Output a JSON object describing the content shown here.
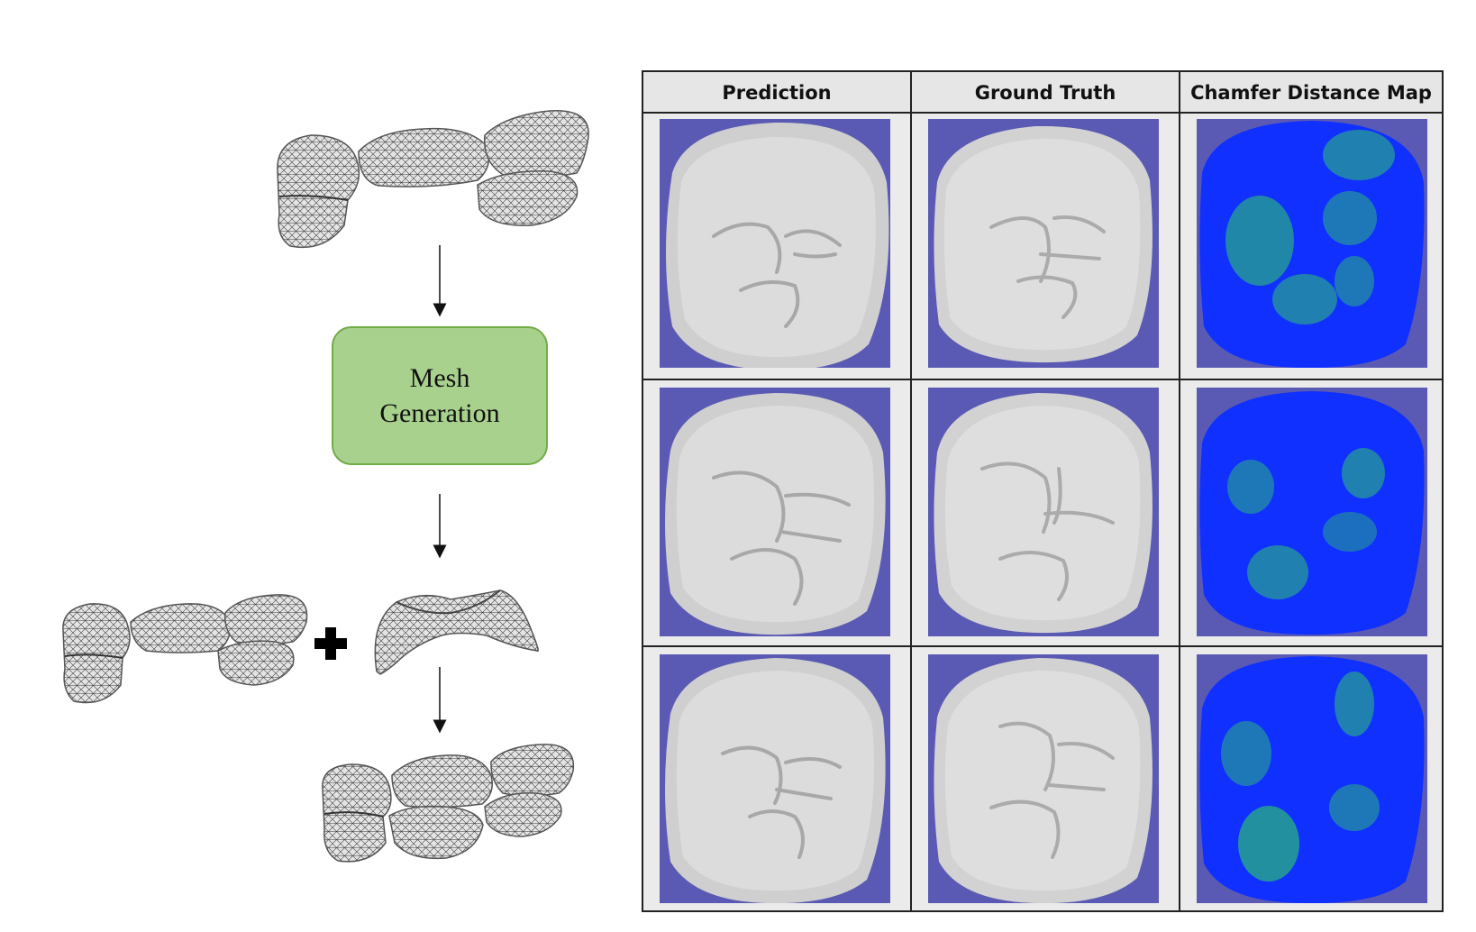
{
  "diagram": {
    "process_label_line1": "Mesh",
    "process_label_line2": "Generation",
    "plus_icon": "plus-icon"
  },
  "table": {
    "headers": [
      "Prediction",
      "Ground Truth",
      "Chamfer Distance Map"
    ],
    "rows": 3,
    "colors": {
      "render_background": "#5a5ab4",
      "surface_gray": "#d6d6d6",
      "distance_low": "#1030ff",
      "distance_high": "#30d060"
    }
  }
}
